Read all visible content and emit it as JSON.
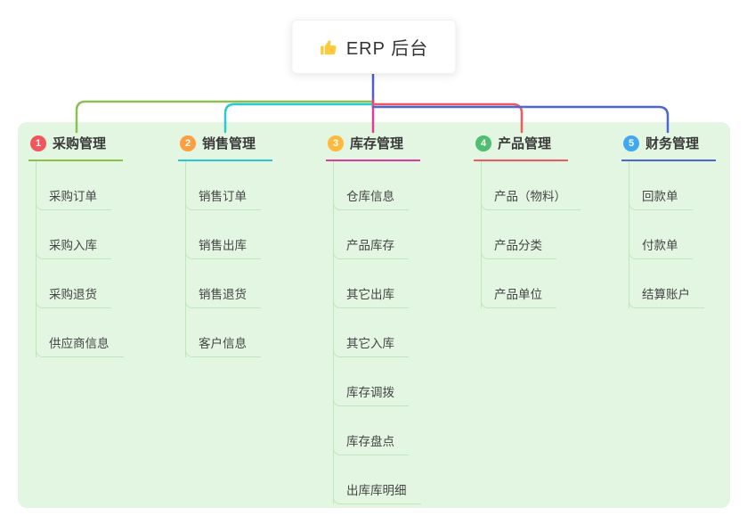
{
  "root": {
    "title": "ERP 后台",
    "icon": "thumbs-up-icon"
  },
  "branches": [
    {
      "num": "1",
      "label": "采购管理",
      "line_color": "#8cc152",
      "badge_color": "#f0565c",
      "children": [
        "采购订单",
        "采购入库",
        "采购退货",
        "供应商信息"
      ]
    },
    {
      "num": "2",
      "label": "销售管理",
      "line_color": "#2bc8ce",
      "badge_color": "#ff9d42",
      "children": [
        "销售订单",
        "销售出库",
        "销售退货",
        "客户信息"
      ]
    },
    {
      "num": "3",
      "label": "库存管理",
      "line_color": "#dc3d96",
      "badge_color": "#ffb93c",
      "children": [
        "仓库信息",
        "产品库存",
        "其它出库",
        "其它入库",
        "库存调拨",
        "库存盘点",
        "出库库明细"
      ]
    },
    {
      "num": "4",
      "label": "产品管理",
      "line_color": "#f2595f",
      "badge_color": "#4fbe6f",
      "children": [
        "产品（物料）",
        "产品分类",
        "产品单位"
      ]
    },
    {
      "num": "5",
      "label": "财务管理",
      "line_color": "#4a67d6",
      "badge_color": "#41a8f0",
      "children": [
        "回款单",
        "付款单",
        "结算账户"
      ]
    }
  ],
  "colors": {
    "panel_background": "#e3f6e2",
    "root_connector": "#4a5fd0",
    "child_connector": "#bfe7bd",
    "thumb_icon": "#ffc83d",
    "text": "#3d3d3d"
  }
}
